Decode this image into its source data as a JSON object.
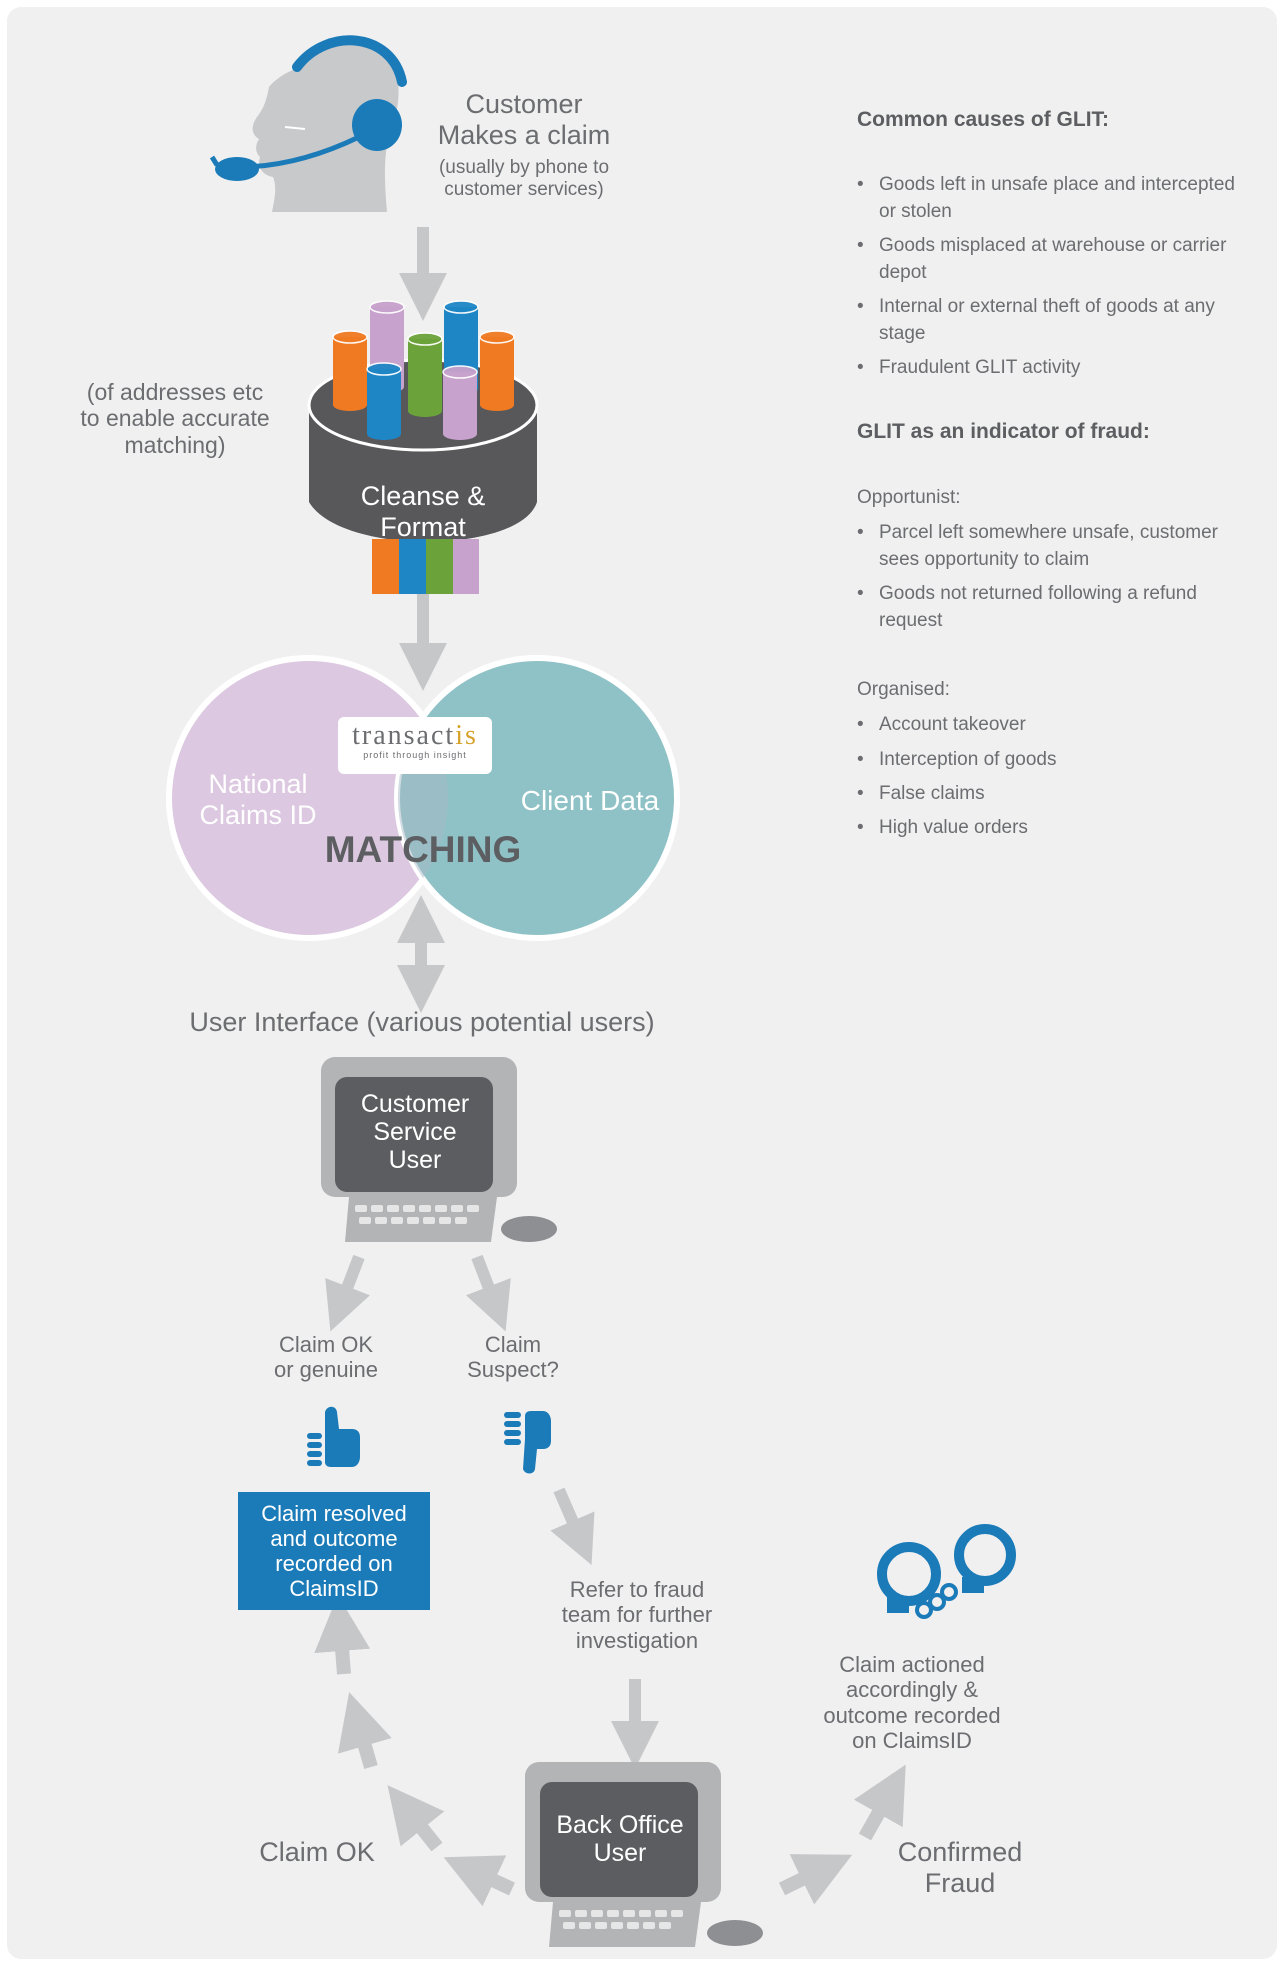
{
  "customer": {
    "title_line1": "Customer",
    "title_line2": "Makes a claim",
    "note_line1": "(usually by phone to",
    "note_line2": "customer services)"
  },
  "cleanse": {
    "label_line1": "Cleanse &",
    "label_line2": "Format",
    "note_line1": "(of addresses etc",
    "note_line2": "to enable accurate",
    "note_line3": "matching)"
  },
  "matching": {
    "left_line1": "National",
    "left_line2": "Claims ID",
    "right": "Client Data",
    "center": "MATCHING"
  },
  "logo": {
    "brand_main": "transact",
    "brand_accent": "is",
    "tagline": "profit through insight"
  },
  "ui_heading": "User Interface (various potential users)",
  "cs_user": {
    "line1": "Customer",
    "line2": "Service",
    "line3": "User"
  },
  "claim_ok": {
    "line1": "Claim OK",
    "line2": "or genuine"
  },
  "claim_suspect": {
    "line1": "Claim",
    "line2": "Suspect?"
  },
  "resolved_box": {
    "line1": "Claim resolved",
    "line2": "and outcome",
    "line3": "recorded on",
    "line4": "ClaimsID"
  },
  "refer": {
    "line1": "Refer to  fraud",
    "line2": "team for further",
    "line3": "investigation"
  },
  "actioned": {
    "line1": "Claim actioned",
    "line2": "accordingly &",
    "line3": "outcome recorded",
    "line4": "on ClaimsID"
  },
  "back_office": {
    "line1": "Back Office",
    "line2": "User"
  },
  "claim_ok_bottom": "Claim OK",
  "confirmed": {
    "line1": "Confirmed",
    "line2": "Fraud"
  },
  "sidebar": {
    "causes_heading": "Common causes of GLIT:",
    "causes": [
      "Goods left in unsafe place and intercepted or stolen",
      "Goods misplaced at warehouse or carrier depot",
      "Internal or external theft of goods at any stage",
      "Fraudulent GLIT activity"
    ],
    "fraud_heading": "GLIT as an indicator of fraud:",
    "opportunist_label": "Opportunist:",
    "opportunist": [
      "Parcel left somewhere unsafe, customer sees opportunity to claim",
      "Goods not returned following a refund request"
    ],
    "organised_label": "Organised:",
    "organised": [
      "Account takeover",
      "Interception of goods",
      "False claims",
      "High value orders"
    ]
  },
  "colors": {
    "blue": "#1b7bb8",
    "purple_circle": "#dcc8e0",
    "teal_circle": "#8fc2c6",
    "text_gray": "#6c6d70",
    "arrow_gray": "#c6c7c9",
    "cylinder_orange": "#f07a22",
    "cylinder_purple": "#c7a2cc",
    "cylinder_green": "#6ba33a",
    "cylinder_blue": "#1f86c6"
  }
}
